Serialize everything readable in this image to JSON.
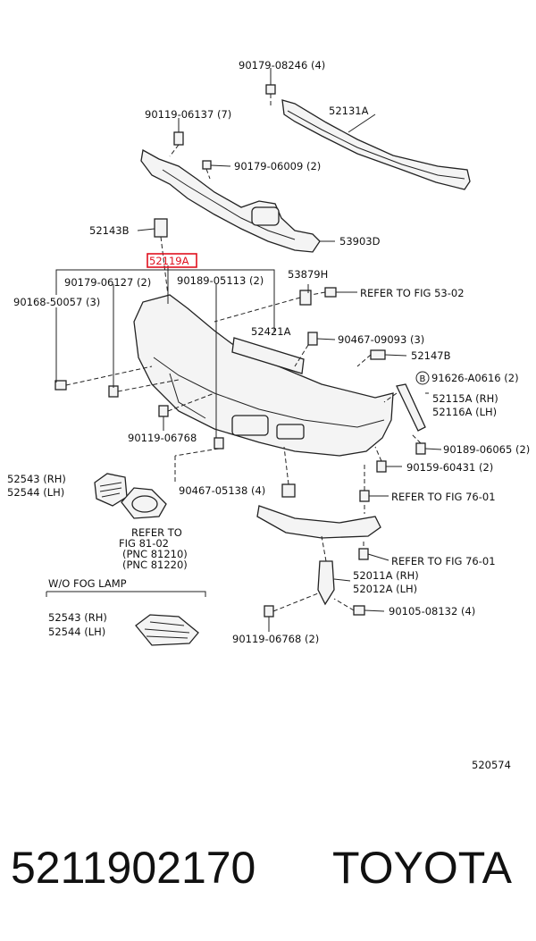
{
  "labels": {
    "p_90179_08246": "90179-08246 (4)",
    "p_52131A": "52131A",
    "p_90119_06137": "90119-06137 (7)",
    "p_90179_06009": "90179-06009 (2)",
    "p_52143B": "52143B",
    "p_53903D": "53903D",
    "p_52119A": "52119A",
    "p_90179_06127": "90179-06127 (2)",
    "p_90189_05113": "90189-05113 (2)",
    "p_53879H": "53879H",
    "p_90168_50057": "90168-50057 (3)",
    "p_refer_53_02": "REFER TO FIG 53-02",
    "p_52421A": "52421A",
    "p_90467_09093": "90467-09093 (3)",
    "p_52147B": "52147B",
    "p_circle_B": "B",
    "p_91626_A0616": "91626-A0616 (2)",
    "p_52115A": "52115A (RH)",
    "p_52116A": "52116A (LH)",
    "p_90119_06768a": "90119-06768",
    "p_90189_06065": "90189-06065 (2)",
    "p_90159_60431": "90159-60431 (2)",
    "p_52543_rh": "52543 (RH)",
    "p_52544_lh": "52544 (LH)",
    "p_90467_05138": "90467-05138 (4)",
    "p_refer_76_01a": "REFER TO FIG 76-01",
    "p_refer_81_02_l1": "REFER TO",
    "p_refer_81_02_l2": "FIG 81-02",
    "p_refer_81_02_l3": "(PNC 81210)",
    "p_refer_81_02_l4": "(PNC 81220)",
    "p_refer_76_01b": "REFER TO FIG 76-01",
    "p_52011A": "52011A (RH)",
    "p_52012A": "52012A (LH)",
    "p_wo_fog": "W/O FOG LAMP",
    "p_90105_08132": "90105-08132 (4)",
    "p_52543_rh2": "52543 (RH)",
    "p_52544_lh2": "52544 (LH)",
    "p_90119_06768b": "90119-06768 (2)",
    "diagram_no": "520574",
    "part_number": "5211902170",
    "brand": "TOYOTA"
  },
  "colors": {
    "highlight": "#e0101e",
    "ink": "#111111"
  }
}
